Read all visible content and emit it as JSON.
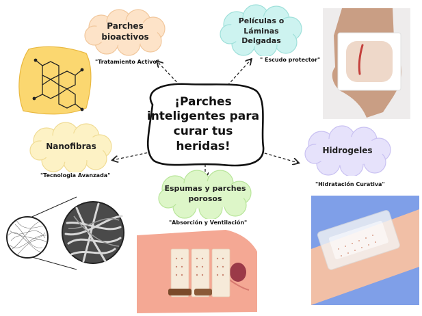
{
  "center": {
    "title": "¡Parches inteligentes para curar tus heridas!"
  },
  "nodes": [
    {
      "id": "bioactivos",
      "label": "Parches bioactivos",
      "caption": "\"Tratamiento Activo\"",
      "color": "#fde3c8"
    },
    {
      "id": "peliculas",
      "label": "Películas o Láminas Delgadas",
      "caption": "\" Escudo protector\"",
      "color": "#cdf3f0"
    },
    {
      "id": "nanofibras",
      "label": "Nanofibras",
      "caption": "\"Tecnologia Avanzada\"",
      "color": "#fdf2c5"
    },
    {
      "id": "hidrogeles",
      "label": "Hidrogeles",
      "caption": "\"Hidratación Curativa\"",
      "color": "#e6e2fb"
    },
    {
      "id": "espumas",
      "label": "Espumas y parches porosos",
      "caption": "\"Absorción y Ventilación\"",
      "color": "#ddf6c8"
    }
  ],
  "illustrations": [
    "molecule",
    "bandage-on-hand",
    "nanofiber-zoom",
    "hydrogel-patch-on-arm",
    "foam-patches-on-skin"
  ]
}
